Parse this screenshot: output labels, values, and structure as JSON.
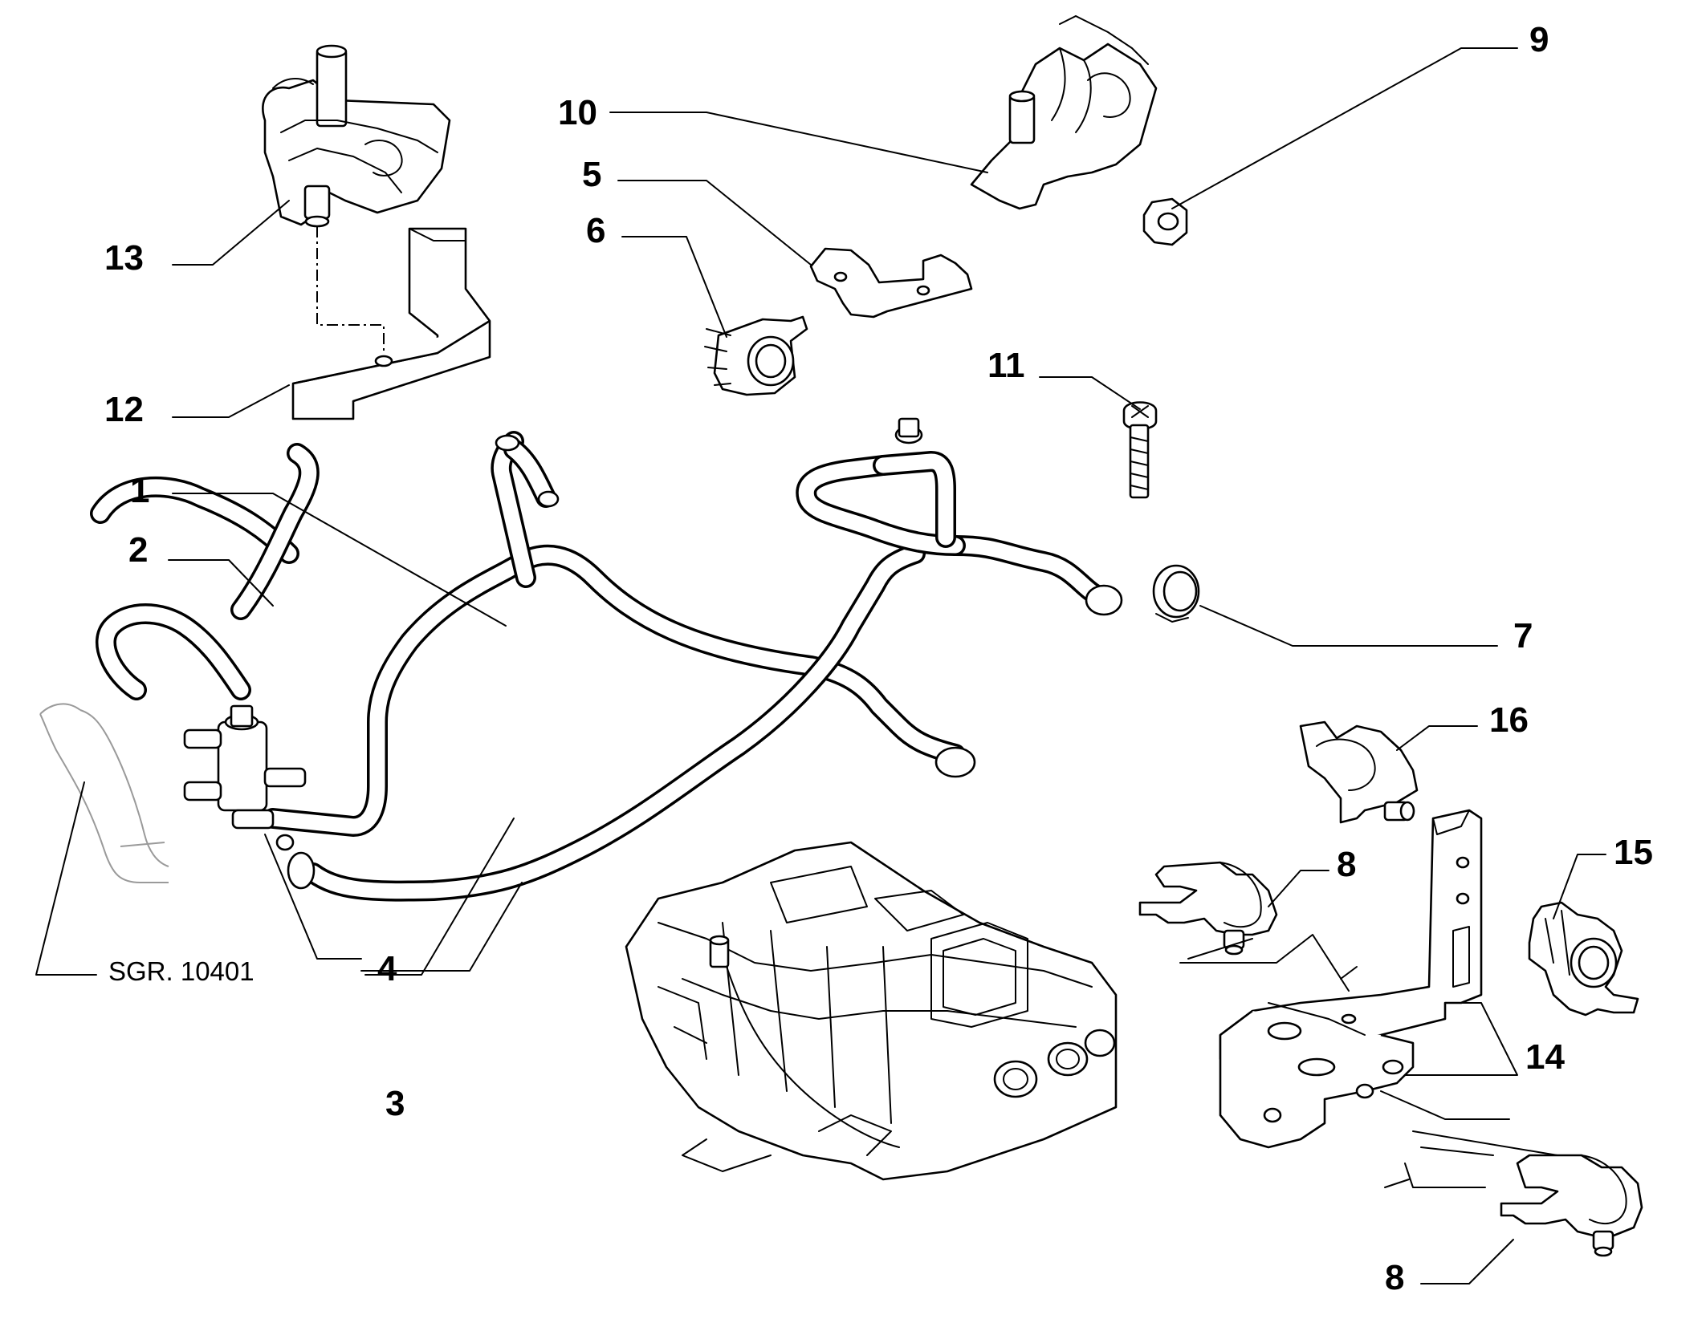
{
  "callouts": [
    "1",
    "2",
    "3",
    "4",
    "5",
    "6",
    "7",
    "8",
    "8",
    "9",
    "10",
    "11",
    "12",
    "13",
    "14",
    "15",
    "16"
  ],
  "reference": "SGR. 10401"
}
